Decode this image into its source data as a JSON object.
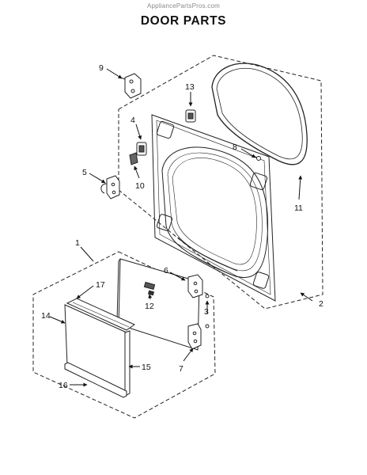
{
  "watermark": "AppliancePartsPros.com",
  "title": "DOOR PARTS",
  "callouts": [
    "9",
    "13",
    "4",
    "8",
    "5",
    "10",
    "11",
    "1",
    "6",
    "17",
    "12",
    "3",
    "14",
    "2",
    "15",
    "7",
    "16"
  ]
}
